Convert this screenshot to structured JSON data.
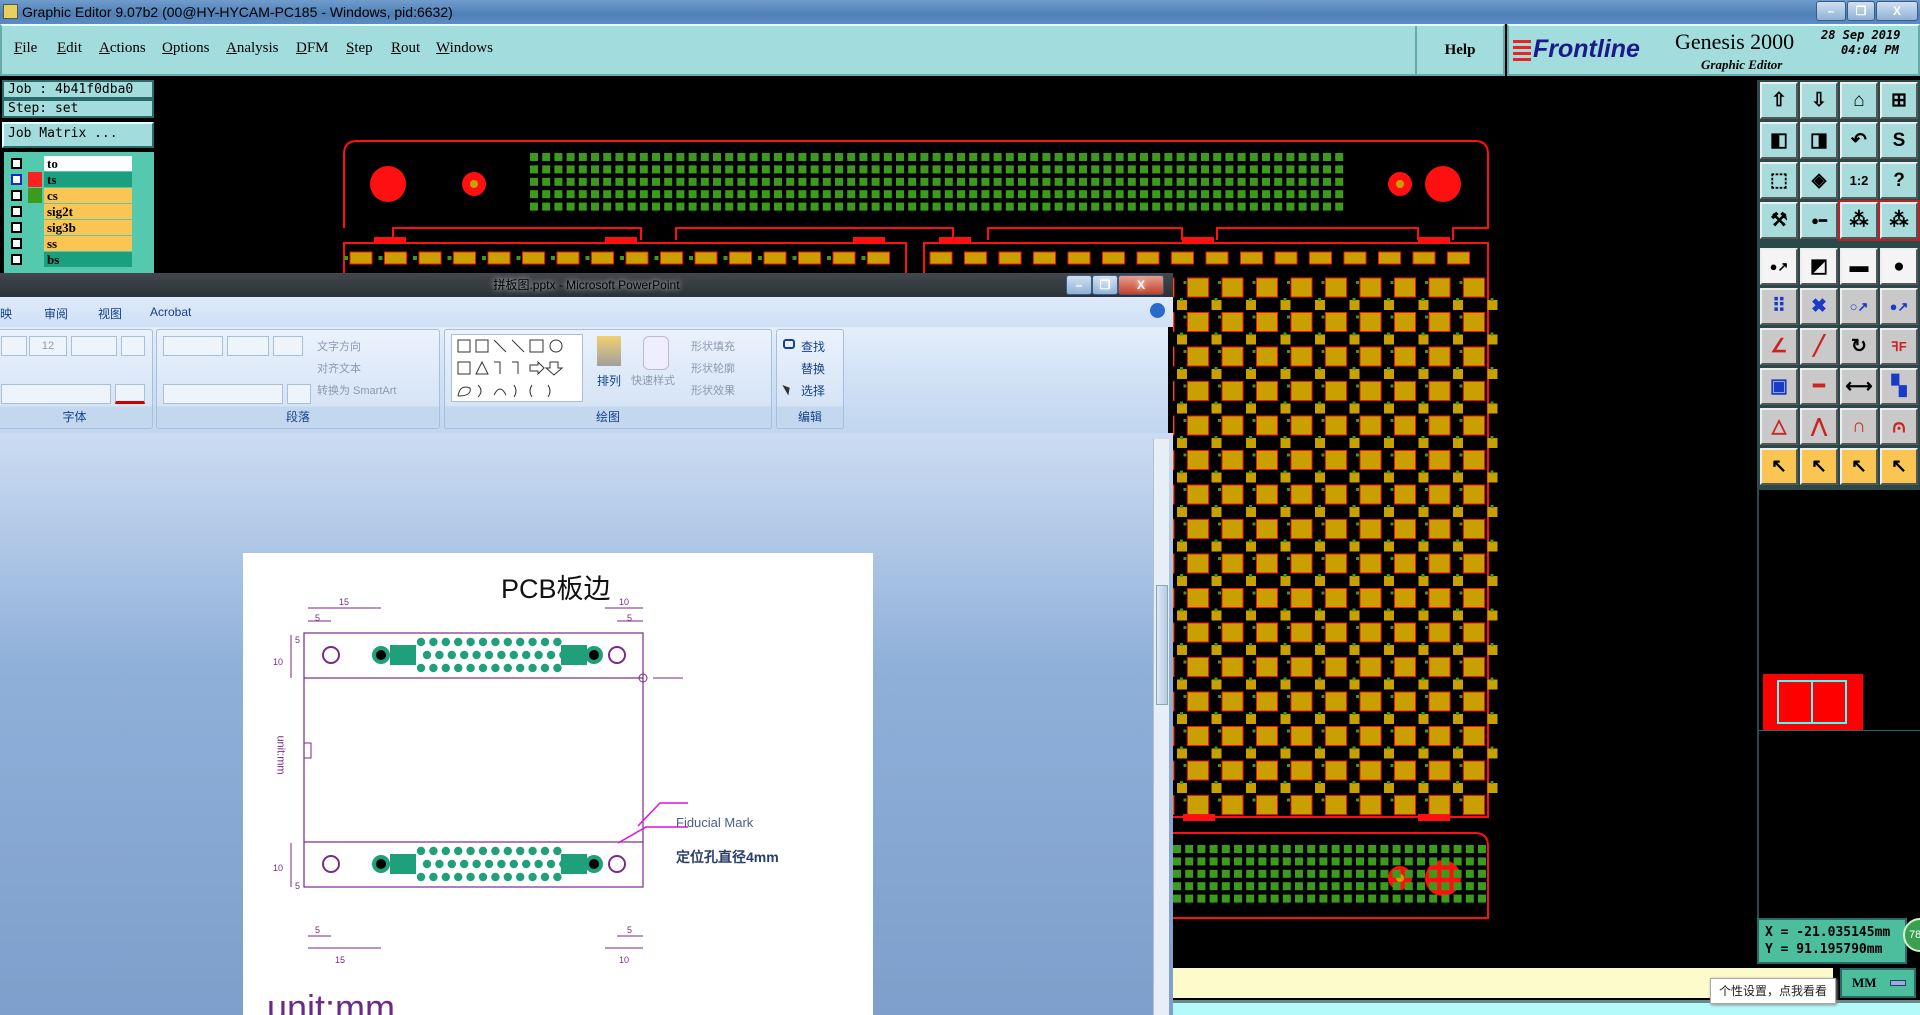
{
  "window": {
    "title": "Graphic Editor 9.07b2 (00@HY-HYCAM-PC185 - Windows, pid:6632)",
    "min": "–",
    "max": "❐",
    "close": "X"
  },
  "menu": {
    "items": [
      "File",
      "Edit",
      "Actions",
      "Options",
      "Analysis",
      "DFM",
      "Step",
      "Rout",
      "Windows"
    ],
    "help": "Help"
  },
  "brand": {
    "logo": "Frontline",
    "product": "Genesis 2000",
    "subtitle": "Graphic Editor",
    "date": "28 Sep 2019",
    "time": "04:04 PM"
  },
  "job": {
    "job_label": "Job : 4b41f0dba0",
    "step_label": "Step: set",
    "matrix_button": "Job Matrix ..."
  },
  "layers": [
    {
      "name": "to",
      "bg": "#ffffff",
      "swatch": ""
    },
    {
      "name": "ts",
      "bg": "#1aa07e",
      "swatch": "#ff2020",
      "active": true
    },
    {
      "name": "cs",
      "bg": "#fbc553",
      "swatch": "#3c9a1c"
    },
    {
      "name": "sig2t",
      "bg": "#fbc553",
      "swatch": ""
    },
    {
      "name": "sig3b",
      "bg": "#fbc553",
      "swatch": ""
    },
    {
      "name": "ss",
      "bg": "#fbc553",
      "swatch": ""
    },
    {
      "name": "bs",
      "bg": "#1aa07e",
      "swatch": ""
    }
  ],
  "toolbar": {
    "icons": [
      "open-job-icon",
      "save-job-icon",
      "home-icon",
      "grid-xy-icon",
      "zoom-left-icon",
      "zoom-right-icon",
      "undo-view-icon",
      "snake-icon",
      "zoom-fit-icon",
      "zoom-center-icon",
      "ratio-icon",
      "help-icon",
      "tools-icon",
      "probe-icon",
      "netlist-icon",
      "netlist-alt-icon",
      "move-pad-icon",
      "transform-icon",
      "ruler-icon",
      "pad-icon",
      "connect-icon",
      "delete-icon",
      "add-pad-icon",
      "add-pad-fill-icon",
      "line-angle-icon",
      "line-diag-icon",
      "rotate-icon",
      "mirror-icon",
      "copy-pad-icon",
      "line-horizontal-icon",
      "measure-icon",
      "shapes-icon",
      "triangle-icon",
      "arc-icon",
      "arch-icon",
      "arch-cross-icon",
      "select-icon",
      "select-box-icon",
      "select-poly-icon",
      "select-net-icon"
    ]
  },
  "coords": {
    "x": "X = -21.035145mm",
    "y": "Y = 91.195790mm",
    "badge": "78"
  },
  "units": {
    "label": "MM"
  },
  "tooltip": "个性设置，点我看看",
  "ppt": {
    "title": "拼板图.pptx - Microsoft PowerPoint",
    "tabs": [
      "放映",
      "审阅",
      "视图",
      "Acrobat"
    ],
    "font_size": "12",
    "groups": [
      "字体",
      "段落",
      "绘图",
      "编辑"
    ],
    "para_items": [
      "文字方向",
      "对齐文本",
      "转换为 SmartArt"
    ],
    "draw_items": {
      "arrange": "排列",
      "quick_styles": "快速样式",
      "fill": "形状填充",
      "outline": "形状轮廓",
      "effects": "形状效果"
    },
    "edit_items": [
      "查找",
      "替换",
      "选择"
    ],
    "slide": {
      "title": "PCB板边",
      "fiducial": "Fiducial  Mark",
      "hole": "定位孔直径4mm",
      "unit_big": "unit:mm",
      "unit_vertical": "unit:mm",
      "dims": [
        "15",
        "5",
        "10",
        "5",
        "10",
        "5",
        "15",
        "5",
        "10",
        "5",
        "10",
        "5"
      ]
    }
  }
}
